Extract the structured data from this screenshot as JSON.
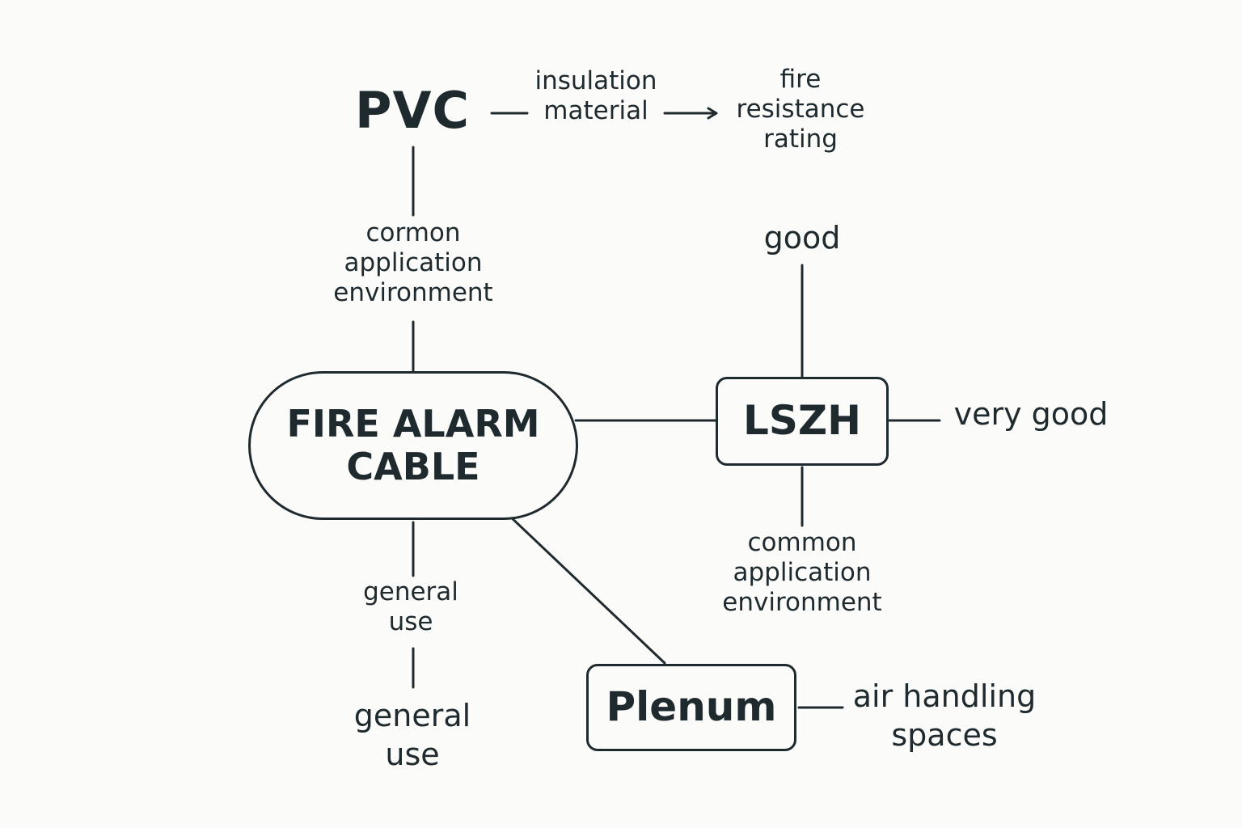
{
  "nodes": {
    "center": "FIRE ALARM\nCABLE",
    "pvc": "PVC",
    "lszh": "LSZH",
    "plenum": "Plenum"
  },
  "labels": {
    "pvc_insulation": "insulation\nmaterial",
    "pvc_fire_rating": "fire\nresistance\nrating",
    "pvc_environment": "cormon\napplication\nenvironment",
    "lszh_good": "good",
    "lszh_very_good": "very good",
    "lszh_environment": "common\napplication\nenvironment",
    "general_use_1": "general\nuse",
    "general_use_2": "general\nuse",
    "plenum_air": "air handling\nspaces"
  }
}
